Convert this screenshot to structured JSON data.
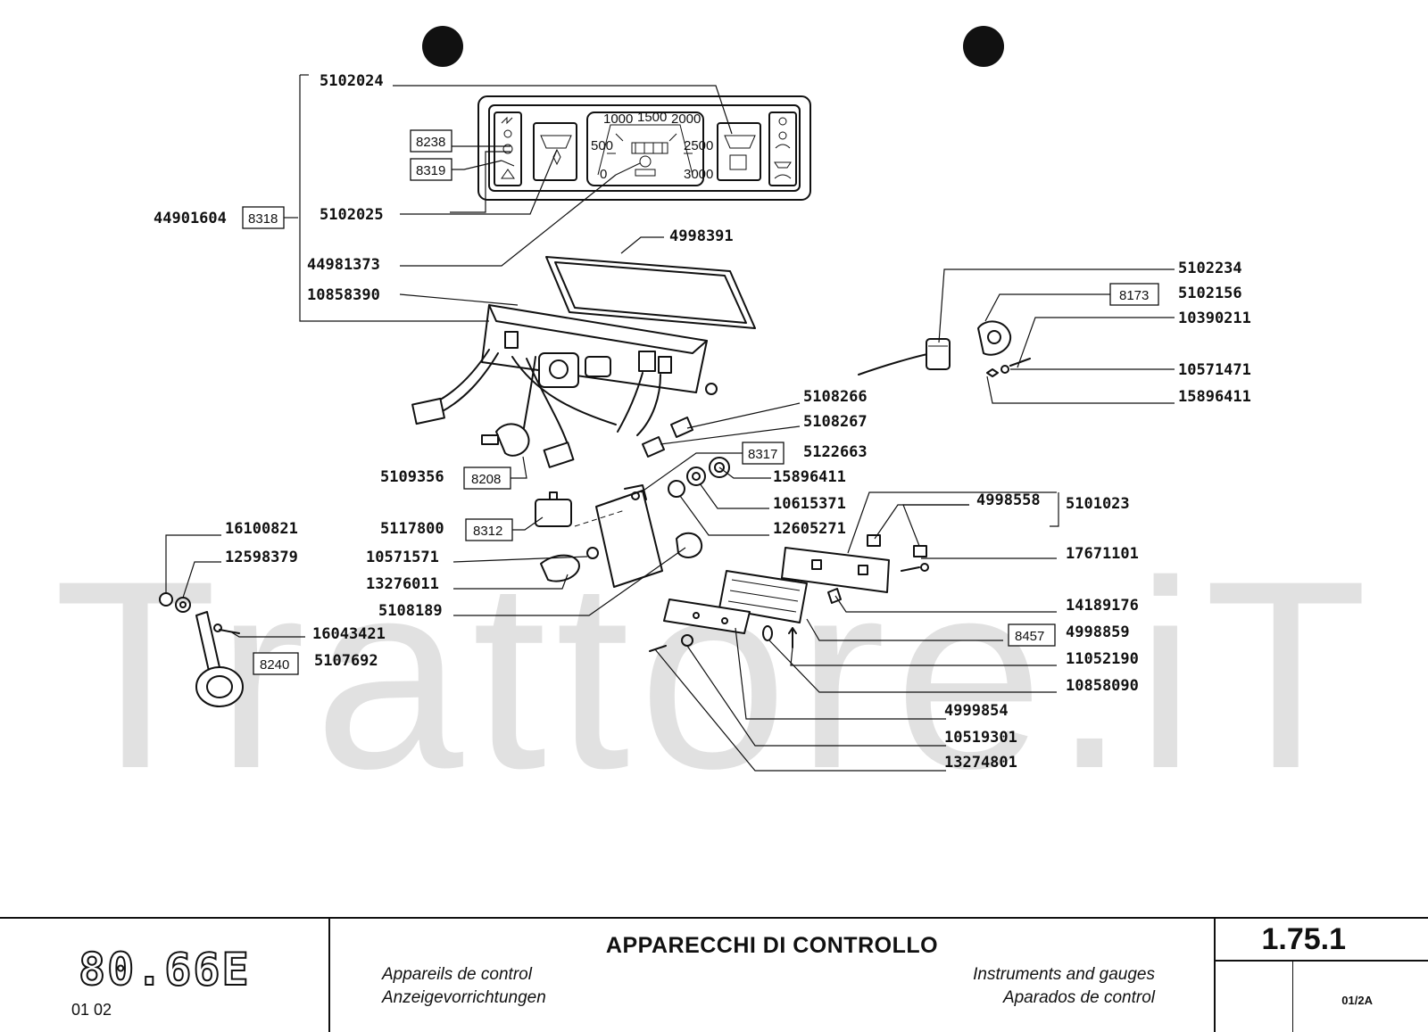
{
  "watermark": "Trattore.iT",
  "part_numbers": {
    "p5102024": "5102024",
    "p44901604": "44901604",
    "p5102025": "5102025",
    "p44981373": "44981373",
    "p10858390": "10858390",
    "p4998391": "4998391",
    "p5102234": "5102234",
    "p5102156": "5102156",
    "p10390211": "10390211",
    "p10571471": "10571471",
    "p15896411a": "15896411",
    "p5108266": "5108266",
    "p5108267": "5108267",
    "p5122663": "5122663",
    "p5109356": "5109356",
    "p15896411b": "15896411",
    "p10615371": "10615371",
    "p5117800": "5117800",
    "p12605271": "12605271",
    "p4998558": "4998558",
    "p5101023": "5101023",
    "p16100821": "16100821",
    "p12598379": "12598379",
    "p10571571": "10571571",
    "p17671101": "17671101",
    "p13276011": "13276011",
    "p5108189": "5108189",
    "p14189176": "14189176",
    "p16043421": "16043421",
    "p4998859": "4998859",
    "p5107692": "5107692",
    "p11052190": "11052190",
    "p10858090": "10858090",
    "p4999854": "4999854",
    "p10519301": "10519301",
    "p13274801": "13274801"
  },
  "ref_boxes": {
    "r8238": "8238",
    "r8319": "8319",
    "r8318": "8318",
    "r8173": "8173",
    "r8317": "8317",
    "r8208": "8208",
    "r8312": "8312",
    "r8240": "8240",
    "r8457": "8457"
  },
  "gauge_scale": {
    "t1000": "1000",
    "t1500": "1500",
    "t2000": "2000",
    "t500": "500",
    "t2500": "2500",
    "t0": "0",
    "t3000": "3000"
  },
  "title_block": {
    "model": "80.66E",
    "model_sub": "01   02",
    "title_it": "APPARECCHI DI CONTROLLO",
    "title_fr": "Appareils de control",
    "title_de": "Anzeigevorrichtungen",
    "title_en": "Instruments and gauges",
    "title_es": "Aparados de control",
    "section": "1.75.1",
    "sheet": "01/2A"
  }
}
